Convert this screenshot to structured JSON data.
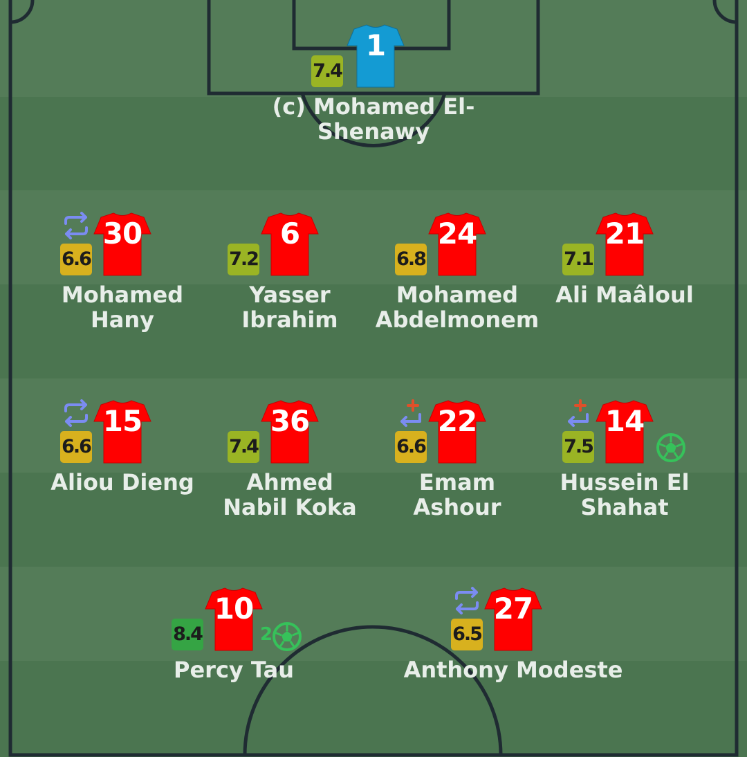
{
  "lineup": {
    "colors": {
      "pitch_light": "#547c58",
      "pitch_dark": "#4b7550",
      "lines": "#1f2b32",
      "outfield_shirt": "#ff0000",
      "goalkeeper_shirt": "#149bd3",
      "rating_high": "#35a444",
      "rating_good": "#9ab424",
      "rating_mid": "#d8b11e",
      "sub_icon": "#7b8cf2",
      "sub_in_arrow": "#7b8cf2",
      "sub_in_plus": "#e0502a",
      "goal_icon": "#36c25a"
    },
    "players": [
      {
        "number": "1",
        "rating": "7.4",
        "rating_color": "#9ab424",
        "name_line1": "(c) Mohamed El-Shenawy",
        "name_line2": "",
        "shirt": "goalkeeper",
        "icons": []
      },
      {
        "number": "30",
        "rating": "6.6",
        "rating_color": "#d8b11e",
        "name_line1": "Mohamed",
        "name_line2": "Hany",
        "shirt": "outfield",
        "icons": [
          "substituted-icon"
        ]
      },
      {
        "number": "6",
        "rating": "7.2",
        "rating_color": "#9ab424",
        "name_line1": "Yasser",
        "name_line2": "Ibrahim",
        "shirt": "outfield",
        "icons": []
      },
      {
        "number": "24",
        "rating": "6.8",
        "rating_color": "#d8b11e",
        "name_line1": "Mohamed",
        "name_line2": "Abdelmonem",
        "shirt": "outfield",
        "icons": []
      },
      {
        "number": "21",
        "rating": "7.1",
        "rating_color": "#9ab424",
        "name_line1": "Ali Maâloul",
        "name_line2": "",
        "shirt": "outfield",
        "icons": []
      },
      {
        "number": "15",
        "rating": "6.6",
        "rating_color": "#d8b11e",
        "name_line1": "Aliou Dieng",
        "name_line2": "",
        "shirt": "outfield",
        "icons": [
          "substituted-icon"
        ]
      },
      {
        "number": "36",
        "rating": "7.4",
        "rating_color": "#9ab424",
        "name_line1": "Ahmed",
        "name_line2": "Nabil Koka",
        "shirt": "outfield",
        "icons": []
      },
      {
        "number": "22",
        "rating": "6.6",
        "rating_color": "#d8b11e",
        "name_line1": "Emam",
        "name_line2": "Ashour",
        "shirt": "outfield",
        "icons": [
          "sub-in-icon"
        ]
      },
      {
        "number": "14",
        "rating": "7.5",
        "rating_color": "#9ab424",
        "name_line1": "Hussein El",
        "name_line2": "Shahat",
        "shirt": "outfield",
        "icons": [
          "sub-in-icon",
          "goal-icon"
        ]
      },
      {
        "number": "10",
        "rating": "8.4",
        "rating_color": "#35a444",
        "name_line1": "Percy Tau",
        "name_line2": "",
        "shirt": "outfield",
        "icons": [
          "goal-icon"
        ],
        "goals": "2"
      },
      {
        "number": "27",
        "rating": "6.5",
        "rating_color": "#d8b11e",
        "name_line1": "Anthony Modeste",
        "name_line2": "",
        "shirt": "outfield",
        "icons": [
          "substituted-icon"
        ]
      }
    ]
  }
}
